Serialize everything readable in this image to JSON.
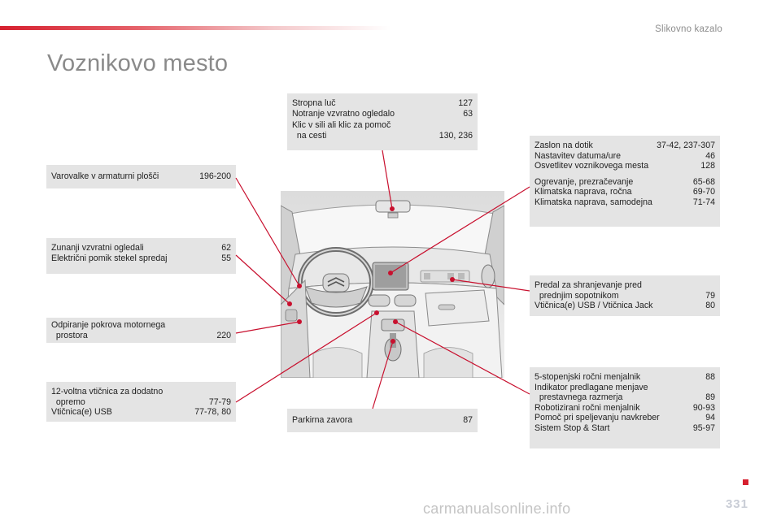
{
  "header": {
    "section": "Slikovno kazalo",
    "title": "Voznikovo mesto"
  },
  "boxes": {
    "varovalke": {
      "rows": [
        {
          "label": "Varovalke v armaturni plošči",
          "page": "196-200"
        }
      ]
    },
    "ogledali": {
      "rows": [
        {
          "label": "Zunanji vzvratni ogledali",
          "page": "62"
        },
        {
          "label": "Električni pomik stekel spredaj",
          "page": "55"
        }
      ]
    },
    "pokrov": {
      "rows": [
        {
          "label": "Odpiranje pokrova motornega\n  prostora",
          "page": "220"
        }
      ]
    },
    "vticnica": {
      "rows": [
        {
          "label": "12-voltna vtičnica za dodatno\n  opremo",
          "page": "77-79"
        },
        {
          "label": "Vtičnica(e) USB",
          "page": "77-78, 80"
        }
      ]
    },
    "stropna": {
      "rows": [
        {
          "label": "Stropna luč",
          "page": "127"
        },
        {
          "label": "Notranje vzvratno ogledalo",
          "page": "63"
        },
        {
          "label": "Klic v sili ali klic za pomoč\n  na cesti",
          "page": "130, 236"
        }
      ]
    },
    "parkirna": {
      "rows": [
        {
          "label": "Parkirna zavora",
          "page": "87"
        }
      ]
    },
    "zaslon": {
      "group1": [
        {
          "label": "Zaslon na dotik",
          "page": "37-42, 237-307"
        },
        {
          "label": "Nastavitev datuma/ure",
          "page": "46"
        },
        {
          "label": "Osvetlitev voznikovega mesta",
          "page": "128"
        }
      ],
      "group2": [
        {
          "label": "Ogrevanje, prezračevanje",
          "page": "65-68"
        },
        {
          "label": "Klimatska naprava, ročna",
          "page": "69-70"
        },
        {
          "label": "Klimatska naprava, samodejna",
          "page": "71-74"
        }
      ]
    },
    "predal": {
      "rows": [
        {
          "label": "Predal za shranjevanje pred\n  prednjim sopotnikom",
          "page": "79"
        },
        {
          "label": "Vtičnica(e) USB / Vtičnica Jack",
          "page": "80"
        }
      ]
    },
    "menjalnik": {
      "rows": [
        {
          "label": "5-stopenjski ročni menjalnik",
          "page": "88"
        },
        {
          "label": "Indikator predlagane menjave\n  prestavnega razmerja",
          "page": "89"
        },
        {
          "label": "Robotizirani ročni menjalnik",
          "page": "90-93"
        },
        {
          "label": "Pomoč pri speljevanju navkreber",
          "page": "94"
        },
        {
          "label": "Sistem Stop & Start",
          "page": "95-97"
        }
      ]
    }
  },
  "footer": {
    "page_number": "331",
    "watermark": "carmanualsonline.info"
  },
  "colors": {
    "accent": "#d6202f",
    "box_bg": "#e4e4e4",
    "title": "#8a8a8a",
    "line": "#c8102e"
  }
}
